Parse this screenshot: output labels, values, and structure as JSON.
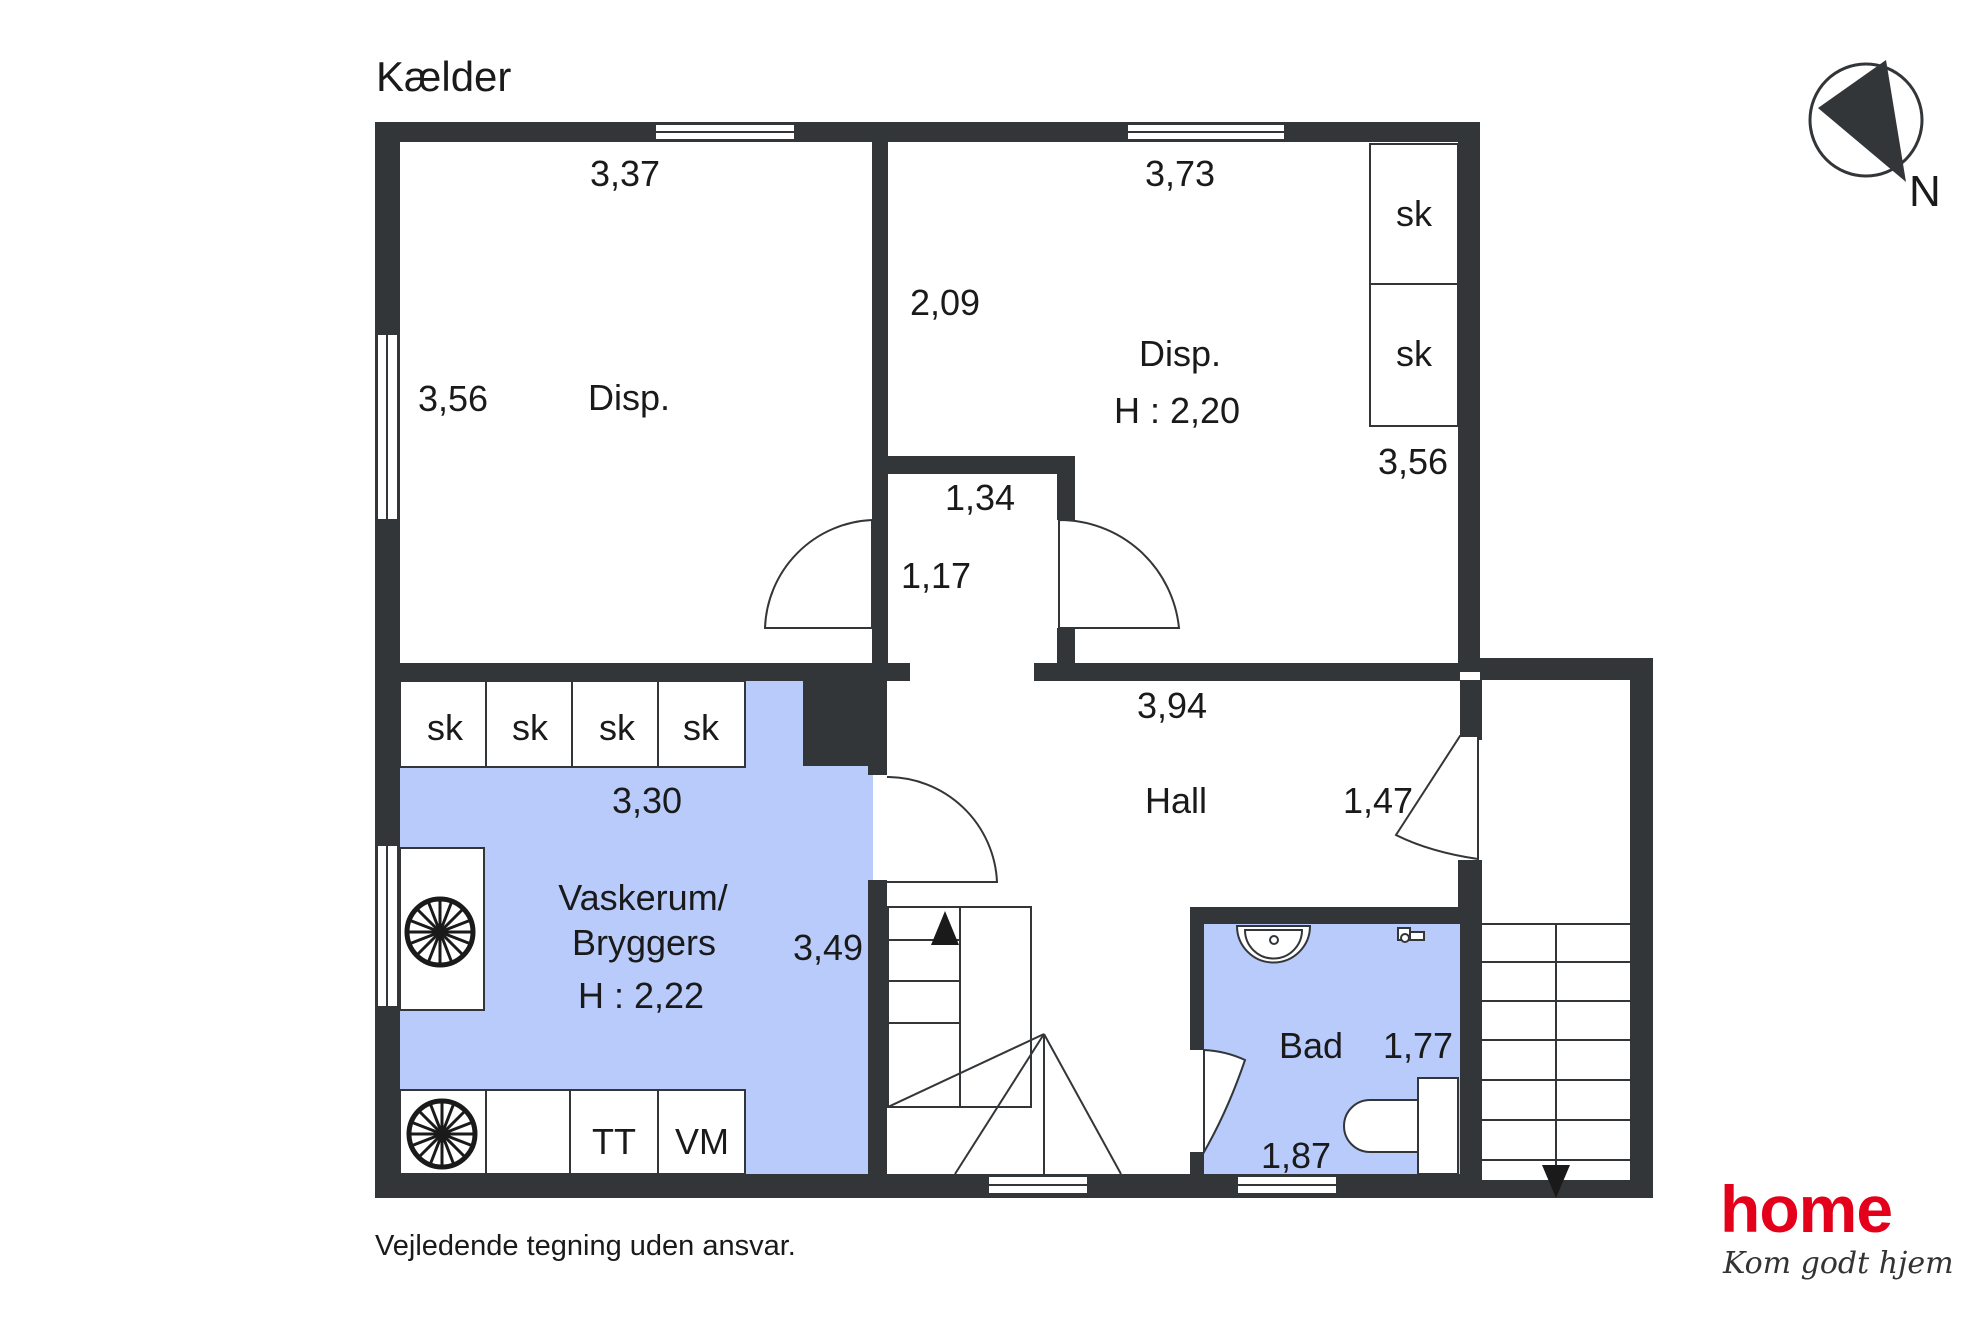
{
  "floor_title": "Kælder",
  "disclaimer": "Vejledende tegning uden ansvar.",
  "north_label": "N",
  "colors": {
    "wall": "#333639",
    "highlight_room": "#b8cbfb",
    "brand": "#e4001b"
  },
  "rooms": {
    "disp_left": {
      "name": "Disp.",
      "width": "3,37",
      "depth": "3,56"
    },
    "disp_right": {
      "name": "Disp.",
      "height": "H : 2,20",
      "width": "3,73",
      "depth_a": "2,09",
      "depth_b": "3,56",
      "closet": "sk"
    },
    "passage": {
      "width": "1,34",
      "depth": "1,17"
    },
    "hall": {
      "name": "Hall",
      "width": "3,94",
      "depth": "1,47"
    },
    "laundry": {
      "name_line1": "Vaskerum/",
      "name_line2": "Bryggers",
      "height": "H : 2,22",
      "width": "3,30",
      "depth": "3,49",
      "closet": "sk",
      "dryer": "TT",
      "washer": "VM"
    },
    "bath": {
      "name": "Bad",
      "width": "1,77",
      "depth": "1,87"
    }
  },
  "icons": [
    "compass-icon",
    "water-heater-icon",
    "boiler-icon",
    "sink-icon",
    "toilet-icon",
    "faucet-icon",
    "stair-up-arrow-icon",
    "stair-down-arrow-icon"
  ],
  "brand": {
    "name": "home",
    "slogan": "Kom godt hjem"
  }
}
